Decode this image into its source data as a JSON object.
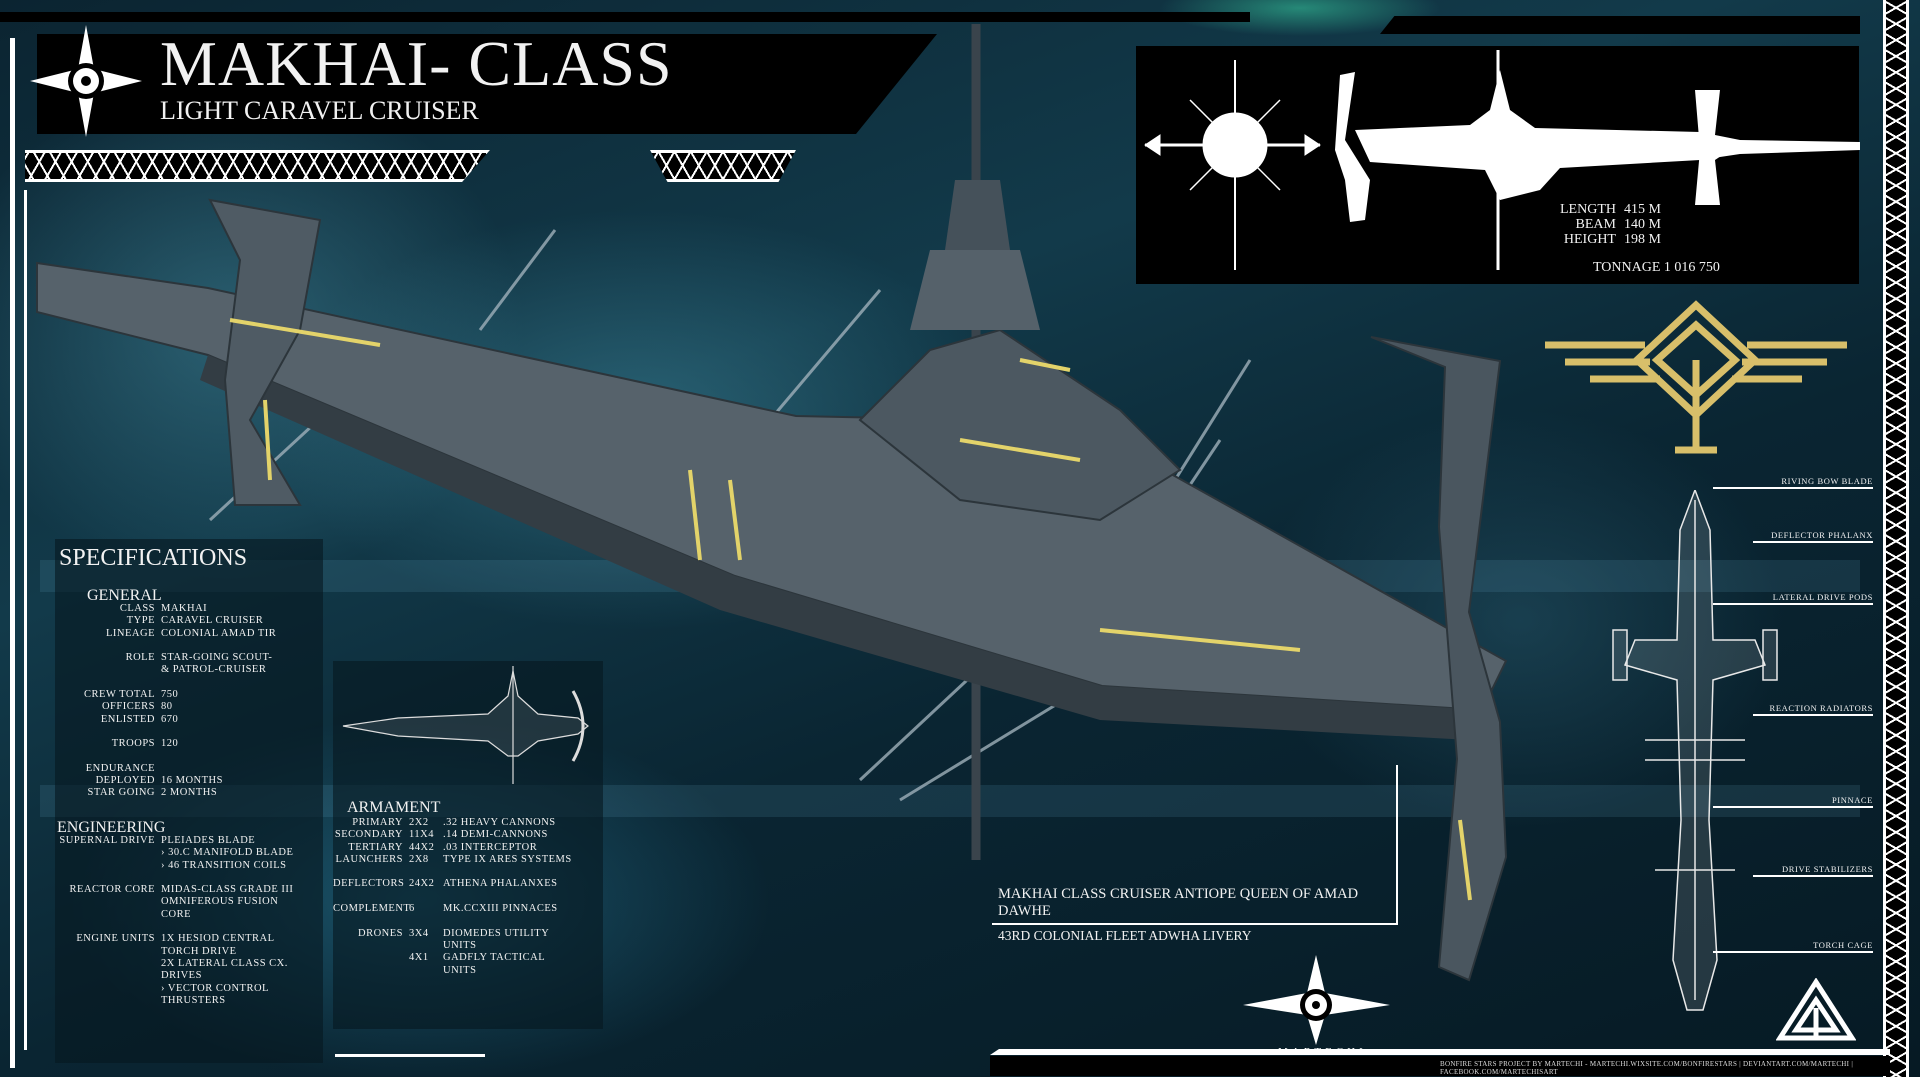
{
  "header": {
    "title": "MAKHAI- CLASS",
    "subtitle": "LIGHT CARAVEL CRUISER"
  },
  "dimensions": {
    "rows": [
      {
        "label": "LENGTH",
        "value": "415 M"
      },
      {
        "label": "BEAM",
        "value": "140 M"
      },
      {
        "label": "HEIGHT",
        "value": "198 M"
      }
    ],
    "tonnage_label": "TONNAGE",
    "tonnage_value": "1 016 750"
  },
  "specifications": {
    "title": "SPECIFICATIONS",
    "general_title": "GENERAL",
    "general": [
      {
        "label": "CLASS",
        "values": [
          "MAKHAI"
        ]
      },
      {
        "label": "TYPE",
        "values": [
          "CARAVEL CRUISER"
        ]
      },
      {
        "label": "LINEAGE",
        "values": [
          "COLONIAL AMAD TIR"
        ]
      },
      {
        "label": "ROLE",
        "values": [
          "STAR-GOING SCOUT-",
          "& PATROL-CRUISER"
        ],
        "gap_before": true
      },
      {
        "label": "CREW TOTAL",
        "values": [
          "750"
        ],
        "gap_before": true
      },
      {
        "label": "OFFICERS",
        "values": [
          "80"
        ]
      },
      {
        "label": "ENLISTED",
        "values": [
          "670"
        ]
      },
      {
        "label": "TROOPS",
        "values": [
          "120"
        ],
        "gap_before": true
      },
      {
        "label": "ENDURANCE",
        "values": [
          ""
        ],
        "gap_before": true
      },
      {
        "label": "DEPLOYED",
        "values": [
          "16 MONTHS"
        ]
      },
      {
        "label": "STAR GOING",
        "values": [
          "2 MONTHS"
        ]
      }
    ],
    "engineering_title": "ENGINEERING",
    "engineering": [
      {
        "label": "SUPERNAL DRIVE",
        "values": [
          "PLEIADES BLADE",
          "› 30.C MANIFOLD BLADE",
          "› 46 TRANSITION COILS"
        ]
      },
      {
        "label": "REACTOR CORE",
        "values": [
          "MIDAS-CLASS GRADE III",
          "OMNIFEROUS FUSION",
          "CORE"
        ],
        "gap_before": true
      },
      {
        "label": "ENGINE UNITS",
        "values": [
          "1X HESIOD CENTRAL",
          "TORCH DRIVE",
          "2X LATERAL CLASS CX.",
          "DRIVES",
          "› VECTOR CONTROL",
          "THRUSTERS"
        ],
        "gap_before": true
      }
    ]
  },
  "armament": {
    "title": "ARMAMENT",
    "rows": [
      {
        "label": "PRIMARY",
        "qty": "2X2",
        "values": [
          ".32 HEAVY CANNONS"
        ]
      },
      {
        "label": "SECONDARY",
        "qty": "11X4",
        "values": [
          ".14 DEMI-CANNONS"
        ]
      },
      {
        "label": "TERTIARY",
        "qty": "44X2",
        "values": [
          ".03 INTERCEPTOR"
        ]
      },
      {
        "label": "LAUNCHERS",
        "qty": "2X8",
        "values": [
          "TYPE IX ARES SYSTEMS"
        ]
      },
      {
        "label": "DEFLECTORS",
        "qty": "24X2",
        "values": [
          "ATHENA PHALANXES"
        ],
        "gap_before": true
      },
      {
        "label": "COMPLEMENT",
        "qty": "6",
        "values": [
          "MK.CCXIII PINNACES"
        ],
        "gap_before": true
      },
      {
        "label": "DRONES",
        "qty": "3X4",
        "values": [
          "DIOMEDES UTILITY",
          "UNITS"
        ],
        "gap_before": true
      },
      {
        "label": "",
        "qty": "4X1",
        "values": [
          "GADFLY TACTICAL",
          "UNITS"
        ]
      }
    ]
  },
  "caption": {
    "line1": "MAKHAI CLASS CRUISER  ANTIOPE QUEEN OF AMAD DAWHE",
    "line2": "43RD COLONIAL FLEET ADWHA LIVERY"
  },
  "schematic_labels": [
    "RIVING BOW BLADE",
    "DEFLECTOR PHALANX",
    "LATERAL DRIVE PODS",
    "REACTION RADIATORS",
    "PINNACE",
    "DRIVE STABILIZERS",
    "TORCH CAGE"
  ],
  "logo_text": "MARTECHI",
  "footer": "BONFIRE STARS PROJECT BY MARTECHI - MARTECHI.WIXSITE.COM/BONFIRESTARS | DEVIANTART.COM/MARTECHI | FACEBOOK.COM/MARTECHISART",
  "colors": {
    "accent_gold": "#d8bf6a",
    "hull": "#5d6a73",
    "livery_yellow": "#e3d36a",
    "panel": "#000000"
  }
}
